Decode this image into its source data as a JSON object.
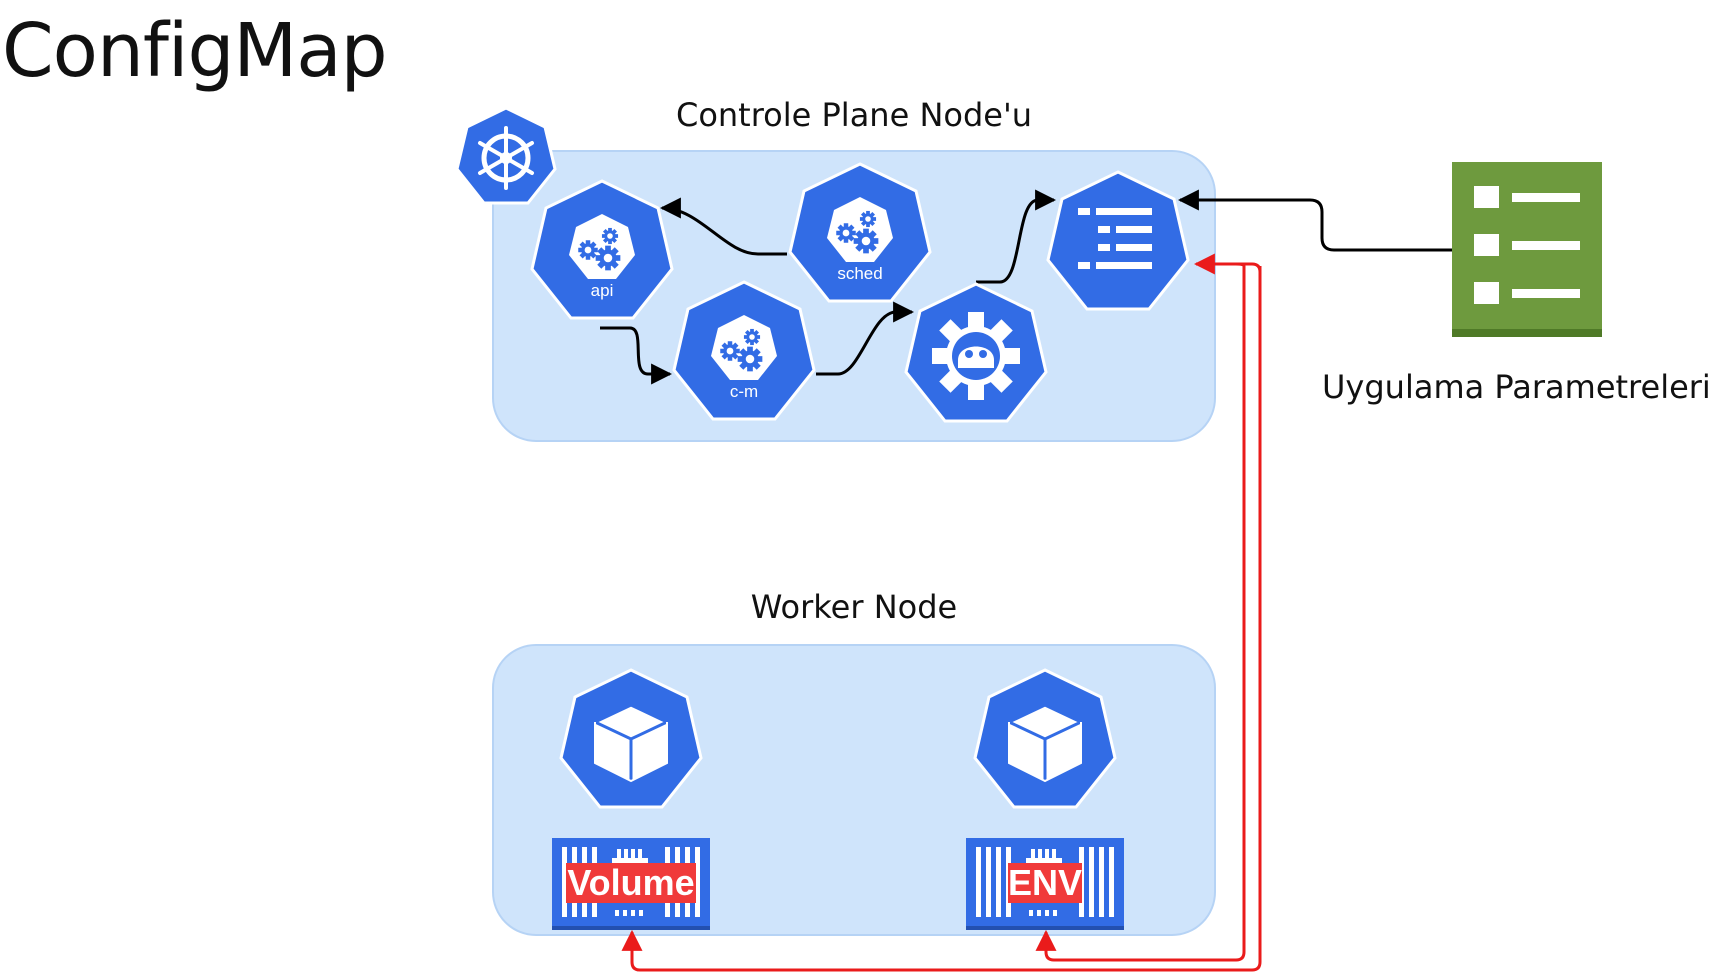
{
  "title": "ConfigMap",
  "control_plane": {
    "label": "Controle Plane Node'u",
    "components": {
      "api": "api",
      "sched": "sched",
      "cm": "c-m"
    }
  },
  "worker": {
    "label": "Worker Node",
    "volume_label": "Volume",
    "env_label": "ENV"
  },
  "params": {
    "label": "Uygulama Parametreleri"
  },
  "icons": [
    "kubernetes-logo-icon",
    "api-server-icon",
    "scheduler-icon",
    "controller-manager-icon",
    "cloud-controller-icon",
    "configmap-icon",
    "pod-icon",
    "container-icon",
    "parameters-list-icon"
  ],
  "colors": {
    "k8s_blue": "#326ce5",
    "node_fill": "#cfe4fb",
    "params_green": "#6e9a3e",
    "arrow_black": "#000000",
    "arrow_red": "#ea1b1b",
    "label_red": "#f03a3a"
  }
}
